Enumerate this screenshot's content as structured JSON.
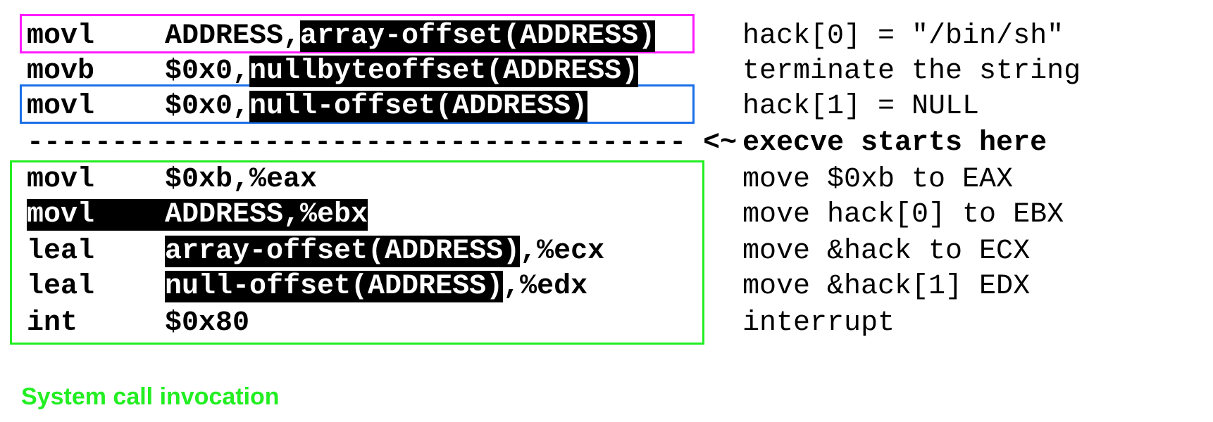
{
  "code_lines": [
    {
      "op": "movl",
      "pre": "ADDRESS,",
      "hl": "array-offset(ADDRESS)",
      "post": ""
    },
    {
      "op": "movb",
      "pre": "$0x0,",
      "hl": "nullbyteoffset(ADDRESS)",
      "post": ""
    },
    {
      "op": "movl",
      "pre": "$0x0,",
      "hl": "null-offset(ADDRESS)",
      "post": ""
    },
    {
      "separator": "--------------------------------------- <~"
    },
    {
      "op": "movl",
      "pre": "$0xb,%eax",
      "hl": "",
      "post": ""
    },
    {
      "op_hl": "movl",
      "pre_hl": "ADDRESS,%ebx"
    },
    {
      "op": "leal",
      "pre": "",
      "hl": "array-offset(ADDRESS)",
      "post": ",%ecx"
    },
    {
      "op": "leal",
      "pre": "",
      "hl": "null-offset(ADDRESS)",
      "post": ",%edx"
    },
    {
      "op": "int",
      "pre": "$0x80",
      "hl": "",
      "post": ""
    }
  ],
  "comments": [
    "hack[0] = \"/bin/sh\"",
    "terminate the string",
    "hack[1] = NULL",
    "execve starts here",
    "move $0xb to EAX",
    "move hack[0] to EBX",
    "move &hack to ECX",
    "move &hack[1] EDX",
    "interrupt"
  ],
  "caption": "System call invocation",
  "colors": {
    "magenta_box": "#ff1aff",
    "blue_box": "#1a6fe8",
    "green_box": "#22ee22",
    "caption": "#22ee22",
    "highlight_bg": "#000000",
    "highlight_fg": "#ffffff"
  }
}
